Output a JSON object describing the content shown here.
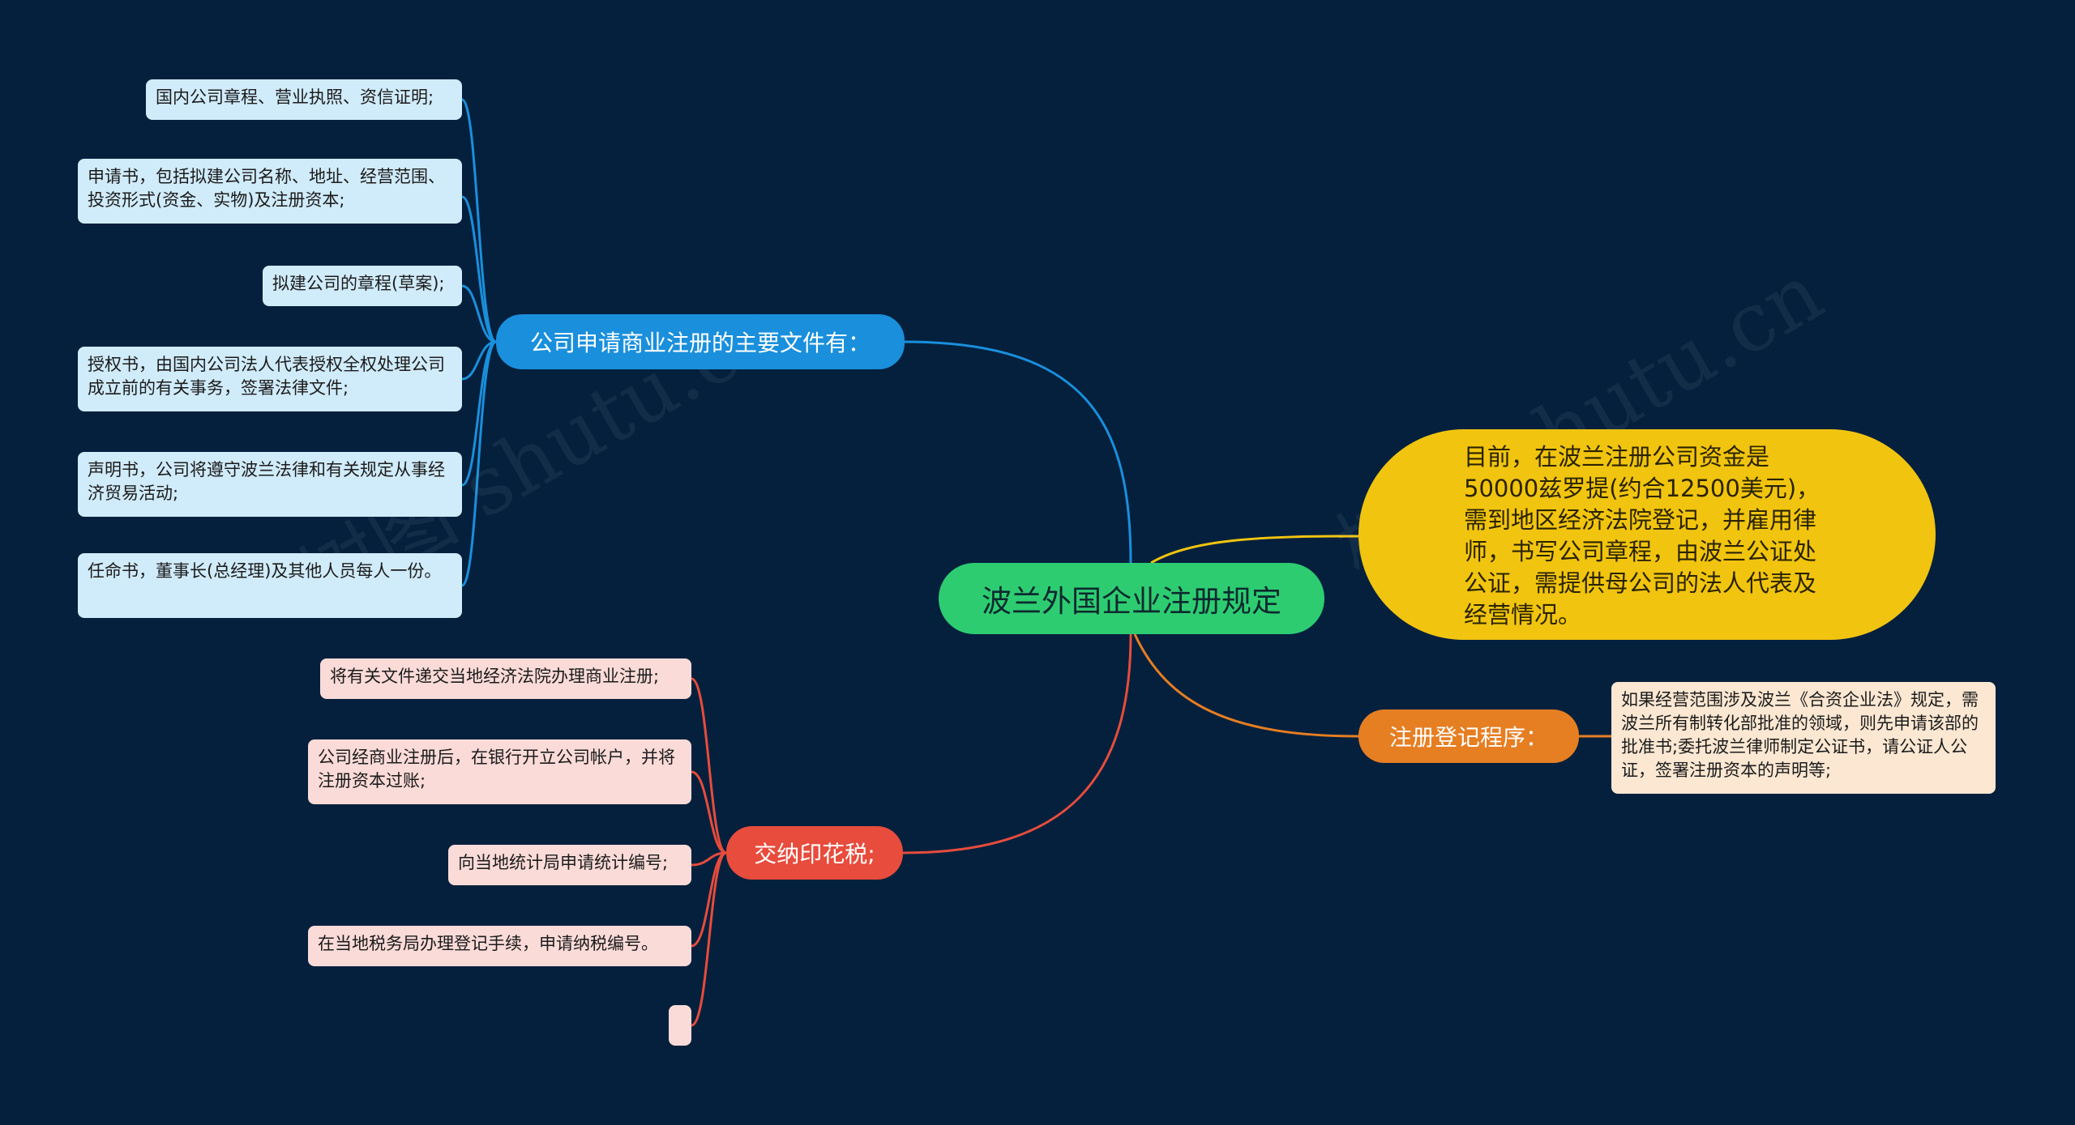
{
  "root": {
    "label": "波兰外国企业注册规定"
  },
  "branches": {
    "documents": {
      "label": "公司申请商业注册的主要文件有：",
      "color": "#1a8fdc",
      "items": [
        "国内公司章程、营业执照、资信证明;",
        "申请书，包括拟建公司名称、地址、经营范围、投资形式(资金、实物)及注册资本;",
        "拟建公司的章程(草案);",
        "授权书，由国内公司法人代表授权全权处理公司成立前的有关事务，签署法律文件;",
        "声明书，公司将遵守波兰法律和有关规定从事经济贸易活动;",
        "任命书，董事长(总经理)及其他人员每人一份。"
      ]
    },
    "stamp_tax": {
      "label": "交纳印花税;",
      "color": "#e74c3c",
      "items": [
        "将有关文件递交当地经济法院办理商业注册;",
        "公司经商业注册后，在银行开立公司帐户，并将注册资本过账;",
        "向当地统计局申请统计编号;",
        "在当地税务局办理登记手续，申请纳税编号。",
        ""
      ]
    },
    "capital": {
      "label": "目前，在波兰注册公司资金是50000兹罗提(约合12500美元)，需到地区经济法院登记，并雇用律师，书写公司章程，由波兰公证处公证，需提供母公司的法人代表及经营情况。",
      "color": "#f1c40f"
    },
    "procedure": {
      "label": "注册登记程序：",
      "color": "#e67e22",
      "items": [
        "如果经营范围涉及波兰《合资企业法》规定，需波兰所有制转化部批准的领域，则先申请该部的批准书;委托波兰律师制定公证书，请公证人公证，签署注册资本的声明等;"
      ]
    }
  },
  "watermark": {
    "text": "树图 shutu.cn"
  }
}
